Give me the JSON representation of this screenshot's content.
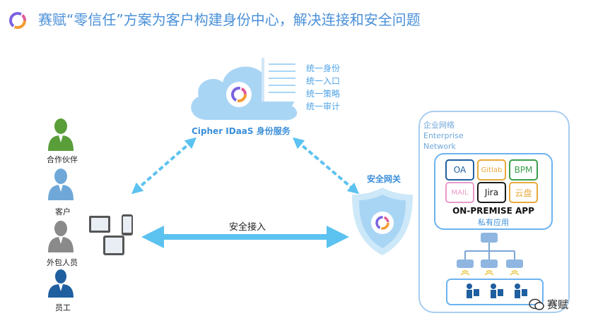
{
  "header": {
    "title": "赛赋“零信任”方案为客户构建身份中心，解决连接和安全问题"
  },
  "cloud": {
    "caption": "Cipher IDaaS 身份服务",
    "features": [
      "统一身份",
      "统一入口",
      "统一策略",
      "统一审计"
    ]
  },
  "users": [
    {
      "label": "合作伙伴",
      "color": "#5a9e3a"
    },
    {
      "label": "客户",
      "color": "#6fa8d8"
    },
    {
      "label": "外包人员",
      "color": "#8a8a8a"
    },
    {
      "label": "员工",
      "color": "#1f5fa0"
    }
  ],
  "access": {
    "label": "安全接入"
  },
  "gateway": {
    "label": "安全网关"
  },
  "enterprise": {
    "label_line1": "企业网络",
    "label_line2": "Enterprise",
    "label_line3": "Network",
    "apps": [
      {
        "name": "OA",
        "color": "#1f5fa0"
      },
      {
        "name": "Gitlab",
        "color": "#e8a93a"
      },
      {
        "name": "BPM",
        "color": "#3a9e4a"
      },
      {
        "name": "MAIL",
        "color": "#e89ac8"
      },
      {
        "name": "Jira",
        "color": "#1a1a1a"
      },
      {
        "name": "云盘",
        "color": "#e8a93a"
      }
    ],
    "onprem_title": "ON-PREMISE APP",
    "onprem_subtitle": "私有应用"
  },
  "watermark": {
    "text": "赛赋"
  },
  "colors": {
    "accent": "#4a90d9",
    "cloud": "#a9d5f5",
    "arrow": "#5cc2f0"
  }
}
